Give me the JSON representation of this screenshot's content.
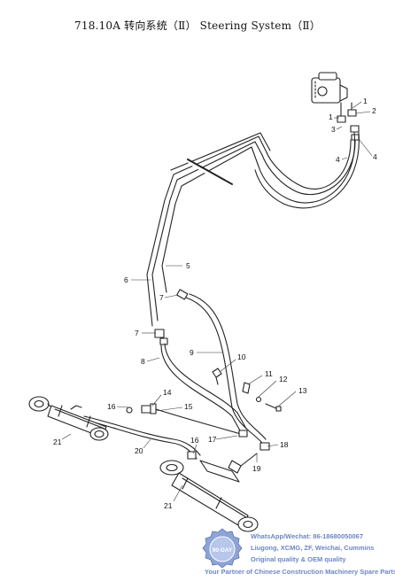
{
  "title": "718.10A 转向系统（Ⅱ） Steering System（Ⅱ）",
  "callouts": [
    "1",
    "2",
    "1",
    "3",
    "4",
    "4",
    "5",
    "6",
    "7",
    "7",
    "8",
    "9",
    "10",
    "11",
    "12",
    "13",
    "14",
    "15",
    "16",
    "16",
    "17",
    "18",
    "19",
    "20",
    "21",
    "21"
  ],
  "watermark": {
    "badge": "90-DAY",
    "lines": [
      "WhatsApp/Wechat: 86-18680050067",
      "Liugong, XCMG, ZF, Weichai, Cummins",
      "Original quality & OEM quality",
      "Your Partner of Chinese Construction Machinery Spare Parts"
    ]
  }
}
